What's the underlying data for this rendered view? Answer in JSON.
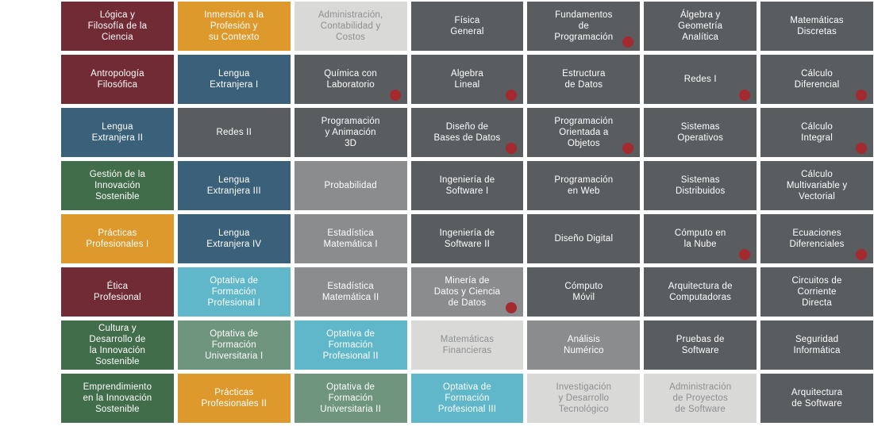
{
  "title": "Curriculum course map",
  "colors": {
    "maroon": "#702B35",
    "orange": "#DD992C",
    "steel_blue": "#3B617A",
    "dark_gray": "#595D5F",
    "medium_gray": "#8A8C8E",
    "light_gray": "#D9D9D7",
    "light_gray_text": "#8D8F91",
    "forest_green": "#426D4B",
    "sage_green": "#6F957E",
    "cyan": "#5FB7C9",
    "dot_red": "#A42A30",
    "tile_text": "#FFFFFF",
    "background": "#FFFFFF"
  },
  "grid": {
    "rows": [
      {
        "cells": [
          {
            "label": "Lógica y\nFilosofía de la\nCiencia",
            "color": "maroon",
            "dot": false
          },
          {
            "label": "Inmersión a la\nProfesión y\nsu Contexto",
            "color": "orange",
            "dot": false
          },
          {
            "label": "Administración,\nContabilidad y\nCostos",
            "color": "light_gray",
            "dot": false
          },
          {
            "label": "Física\nGeneral",
            "color": "dark_gray",
            "dot": false
          },
          {
            "label": "Fundamentos\nde\nProgramación",
            "color": "dark_gray",
            "dot": true
          },
          {
            "label": "Álgebra y\nGeometría\nAnalítica",
            "color": "dark_gray",
            "dot": false
          },
          {
            "label": "Matemáticas\nDiscretas",
            "color": "dark_gray",
            "dot": false
          }
        ]
      },
      {
        "cells": [
          {
            "label": "Antropología\nFilosófica",
            "color": "maroon",
            "dot": false
          },
          {
            "label": "Lengua\nExtranjera I",
            "color": "steel_blue",
            "dot": false
          },
          {
            "label": "Química con\nLaboratorio",
            "color": "dark_gray",
            "dot": true
          },
          {
            "label": "Algebra\nLineal",
            "color": "dark_gray",
            "dot": true
          },
          {
            "label": "Estructura\nde Datos",
            "color": "dark_gray",
            "dot": false
          },
          {
            "label": "Redes I",
            "color": "dark_gray",
            "dot": true
          },
          {
            "label": "Cálculo\nDiferencial",
            "color": "dark_gray",
            "dot": true
          }
        ]
      },
      {
        "cells": [
          {
            "label": "Lengua\nExtranjera II",
            "color": "steel_blue",
            "dot": false
          },
          {
            "label": "Redes II",
            "color": "dark_gray",
            "dot": false
          },
          {
            "label": "Programación\ny Animación\n3D",
            "color": "dark_gray",
            "dot": false
          },
          {
            "label": "Diseño de\nBases de Datos",
            "color": "dark_gray",
            "dot": true
          },
          {
            "label": "Programación\nOrientada a\nObjetos",
            "color": "dark_gray",
            "dot": true
          },
          {
            "label": "Sistemas\nOperativos",
            "color": "dark_gray",
            "dot": false
          },
          {
            "label": "Cálculo\nIntegral",
            "color": "dark_gray",
            "dot": true
          }
        ]
      },
      {
        "cells": [
          {
            "label": "Gestión de la\nInnovación\nSostenible",
            "color": "forest_green",
            "dot": false
          },
          {
            "label": "Lengua\nExtranjera III",
            "color": "steel_blue",
            "dot": false
          },
          {
            "label": "Probabilidad",
            "color": "medium_gray",
            "dot": false
          },
          {
            "label": "Ingeniería de\nSoftware I",
            "color": "dark_gray",
            "dot": false
          },
          {
            "label": "Programación\nen Web",
            "color": "dark_gray",
            "dot": false
          },
          {
            "label": "Sistemas\nDistribuidos",
            "color": "dark_gray",
            "dot": false
          },
          {
            "label": "Cálculo\nMultivariable y\nVectorial",
            "color": "dark_gray",
            "dot": false
          }
        ]
      },
      {
        "cells": [
          {
            "label": "Prácticas\nProfesionales I",
            "color": "orange",
            "dot": false
          },
          {
            "label": "Lengua\nExtranjera IV",
            "color": "steel_blue",
            "dot": false
          },
          {
            "label": "Estadística\nMatemática I",
            "color": "medium_gray",
            "dot": false
          },
          {
            "label": "Ingeniería de\nSoftware II",
            "color": "dark_gray",
            "dot": false
          },
          {
            "label": "Diseño Digital",
            "color": "dark_gray",
            "dot": false
          },
          {
            "label": "Cómputo en\nla Nube",
            "color": "dark_gray",
            "dot": true
          },
          {
            "label": "Ecuaciones\nDiferenciales",
            "color": "dark_gray",
            "dot": true
          }
        ]
      },
      {
        "cells": [
          {
            "label": "Ética\nProfesional",
            "color": "maroon",
            "dot": false
          },
          {
            "label": "Optativa de\nFormación\nProfesional I",
            "color": "cyan",
            "dot": false
          },
          {
            "label": "Estadística\nMatemática II",
            "color": "medium_gray",
            "dot": false
          },
          {
            "label": "Minería de\nDatos y Ciencia\nde Datos",
            "color": "medium_gray",
            "dot": true
          },
          {
            "label": "Cómputo\nMóvil",
            "color": "dark_gray",
            "dot": false
          },
          {
            "label": "Arquitectura de\nComputadoras",
            "color": "dark_gray",
            "dot": false
          },
          {
            "label": "Circuitos de\nCorriente\nDirecta",
            "color": "dark_gray",
            "dot": false
          }
        ]
      },
      {
        "cells": [
          {
            "label": "Cultura y\nDesarrollo de\nla Innovación\nSostenible",
            "color": "forest_green",
            "dot": false
          },
          {
            "label": "Optativa de\nFormación\nUniversitaria I",
            "color": "sage_green",
            "dot": false
          },
          {
            "label": "Optativa de\nFormación\nProfesional II",
            "color": "cyan",
            "dot": false
          },
          {
            "label": "Matemáticas\nFinancieras",
            "color": "light_gray",
            "dot": false
          },
          {
            "label": "Análisis\nNumérico",
            "color": "medium_gray",
            "dot": false
          },
          {
            "label": "Pruebas de\nSoftware",
            "color": "dark_gray",
            "dot": false
          },
          {
            "label": "Seguridad\nInformática",
            "color": "dark_gray",
            "dot": false
          }
        ]
      },
      {
        "cells": [
          {
            "label": "Emprendimiento\nen la Innovación\nSostenible",
            "color": "forest_green",
            "dot": false
          },
          {
            "label": "Prácticas\nProfesionales II",
            "color": "orange",
            "dot": false
          },
          {
            "label": "Optativa de\nFormación\nUniversitaria II",
            "color": "sage_green",
            "dot": false
          },
          {
            "label": "Optativa de\nFormación\nProfesional III",
            "color": "cyan",
            "dot": false
          },
          {
            "label": "Investigación\ny Desarrollo\nTecnológico",
            "color": "light_gray",
            "dot": false
          },
          {
            "label": "Administración\nde Proyectos\nde Software",
            "color": "light_gray",
            "dot": false
          },
          {
            "label": "Arquitectura\nde Software",
            "color": "dark_gray",
            "dot": false
          }
        ]
      }
    ]
  }
}
